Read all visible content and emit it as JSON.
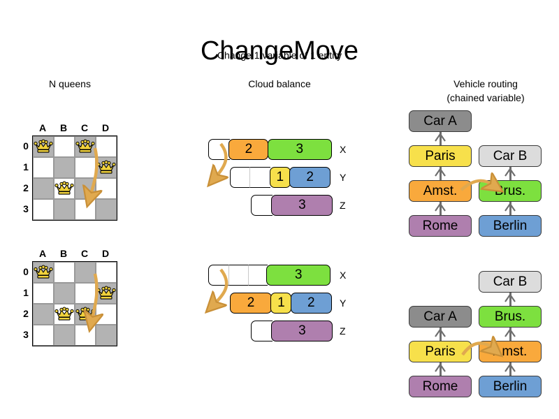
{
  "header": {
    "title": "ChangeMove",
    "subtitle": "Change 1 variable of 1 entity"
  },
  "columns": {
    "nqueens": {
      "heading": "N queens"
    },
    "cloud": {
      "heading": "Cloud balance"
    },
    "routing": {
      "heading_line1": "Vehicle routing",
      "heading_line2": "(chained variable)"
    }
  },
  "colors": {
    "orange": "#f9a93c",
    "green": "#7de03f",
    "yellow": "#f7e04b",
    "blue": "#6e9fd4",
    "purple": "#af7fae",
    "gray_dark": "#8c8c8c",
    "gray_light": "#dcdcdc",
    "board_dark": "#b3b3b3",
    "board_light": "#ffffff",
    "arrow": "#e0a94f",
    "queen_gold": "#f2d33c"
  },
  "nqueens": {
    "files": [
      "A",
      "B",
      "C",
      "D"
    ],
    "ranks": [
      "0",
      "1",
      "2",
      "3"
    ],
    "before": {
      "queens": [
        {
          "file": "A",
          "rank": "0"
        },
        {
          "file": "C",
          "rank": "0"
        },
        {
          "file": "D",
          "rank": "1"
        },
        {
          "file": "B",
          "rank": "2"
        }
      ]
    },
    "after": {
      "queens": [
        {
          "file": "A",
          "rank": "0"
        },
        {
          "file": "D",
          "rank": "1"
        },
        {
          "file": "B",
          "rank": "2"
        },
        {
          "file": "C",
          "rank": "2"
        }
      ]
    }
  },
  "cloud": {
    "before": [
      {
        "label": "X",
        "segments": [
          {
            "value": "",
            "color": "empty",
            "width": 31
          },
          {
            "value": "2",
            "color": "orange",
            "width": 57
          },
          {
            "value": "3",
            "color": "green",
            "width": 92
          }
        ]
      },
      {
        "label": "Y",
        "segments": [
          {
            "value": "",
            "color": "empty",
            "width": 30
          },
          {
            "value": "",
            "color": "empty",
            "width": 30
          },
          {
            "value": "1",
            "color": "yellow",
            "width": 30
          },
          {
            "value": "2",
            "color": "blue",
            "width": 59
          }
        ]
      },
      {
        "label": "Z",
        "segments": [
          {
            "value": "",
            "color": "empty",
            "width": 31
          },
          {
            "value": "3",
            "color": "purple",
            "width": 88
          }
        ]
      }
    ],
    "after": [
      {
        "label": "X",
        "segments": [
          {
            "value": "",
            "color": "empty",
            "width": 31
          },
          {
            "value": "",
            "color": "empty",
            "width": 29
          },
          {
            "value": "",
            "color": "empty",
            "width": 28
          },
          {
            "value": "3",
            "color": "green",
            "width": 92
          }
        ]
      },
      {
        "label": "Y",
        "segments": [
          {
            "value": "2",
            "color": "orange",
            "width": 60
          },
          {
            "value": "1",
            "color": "yellow",
            "width": 30
          },
          {
            "value": "2",
            "color": "blue",
            "width": 59
          }
        ]
      },
      {
        "label": "Z",
        "segments": [
          {
            "value": "",
            "color": "empty",
            "width": 31
          },
          {
            "value": "3",
            "color": "purple",
            "width": 88
          }
        ]
      }
    ]
  },
  "routing": {
    "before": {
      "left_chain": [
        {
          "label": "Car A",
          "color": "gray_dark"
        },
        {
          "label": "Paris",
          "color": "yellow"
        },
        {
          "label": "Amst.",
          "color": "orange"
        },
        {
          "label": "Rome",
          "color": "purple"
        }
      ],
      "right_chain": [
        {
          "label": "Car B",
          "color": "gray_light"
        },
        {
          "label": "Brus.",
          "color": "green"
        },
        {
          "label": "Berlin",
          "color": "blue"
        }
      ]
    },
    "after": {
      "left_chain": [
        {
          "label": "Car A",
          "color": "gray_dark"
        },
        {
          "label": "Paris",
          "color": "yellow"
        },
        {
          "label": "Rome",
          "color": "purple"
        }
      ],
      "right_chain": [
        {
          "label": "Car B",
          "color": "gray_light"
        },
        {
          "label": "Brus.",
          "color": "green"
        },
        {
          "label": "Amst.",
          "color": "orange"
        },
        {
          "label": "Berlin",
          "color": "blue"
        }
      ]
    }
  }
}
